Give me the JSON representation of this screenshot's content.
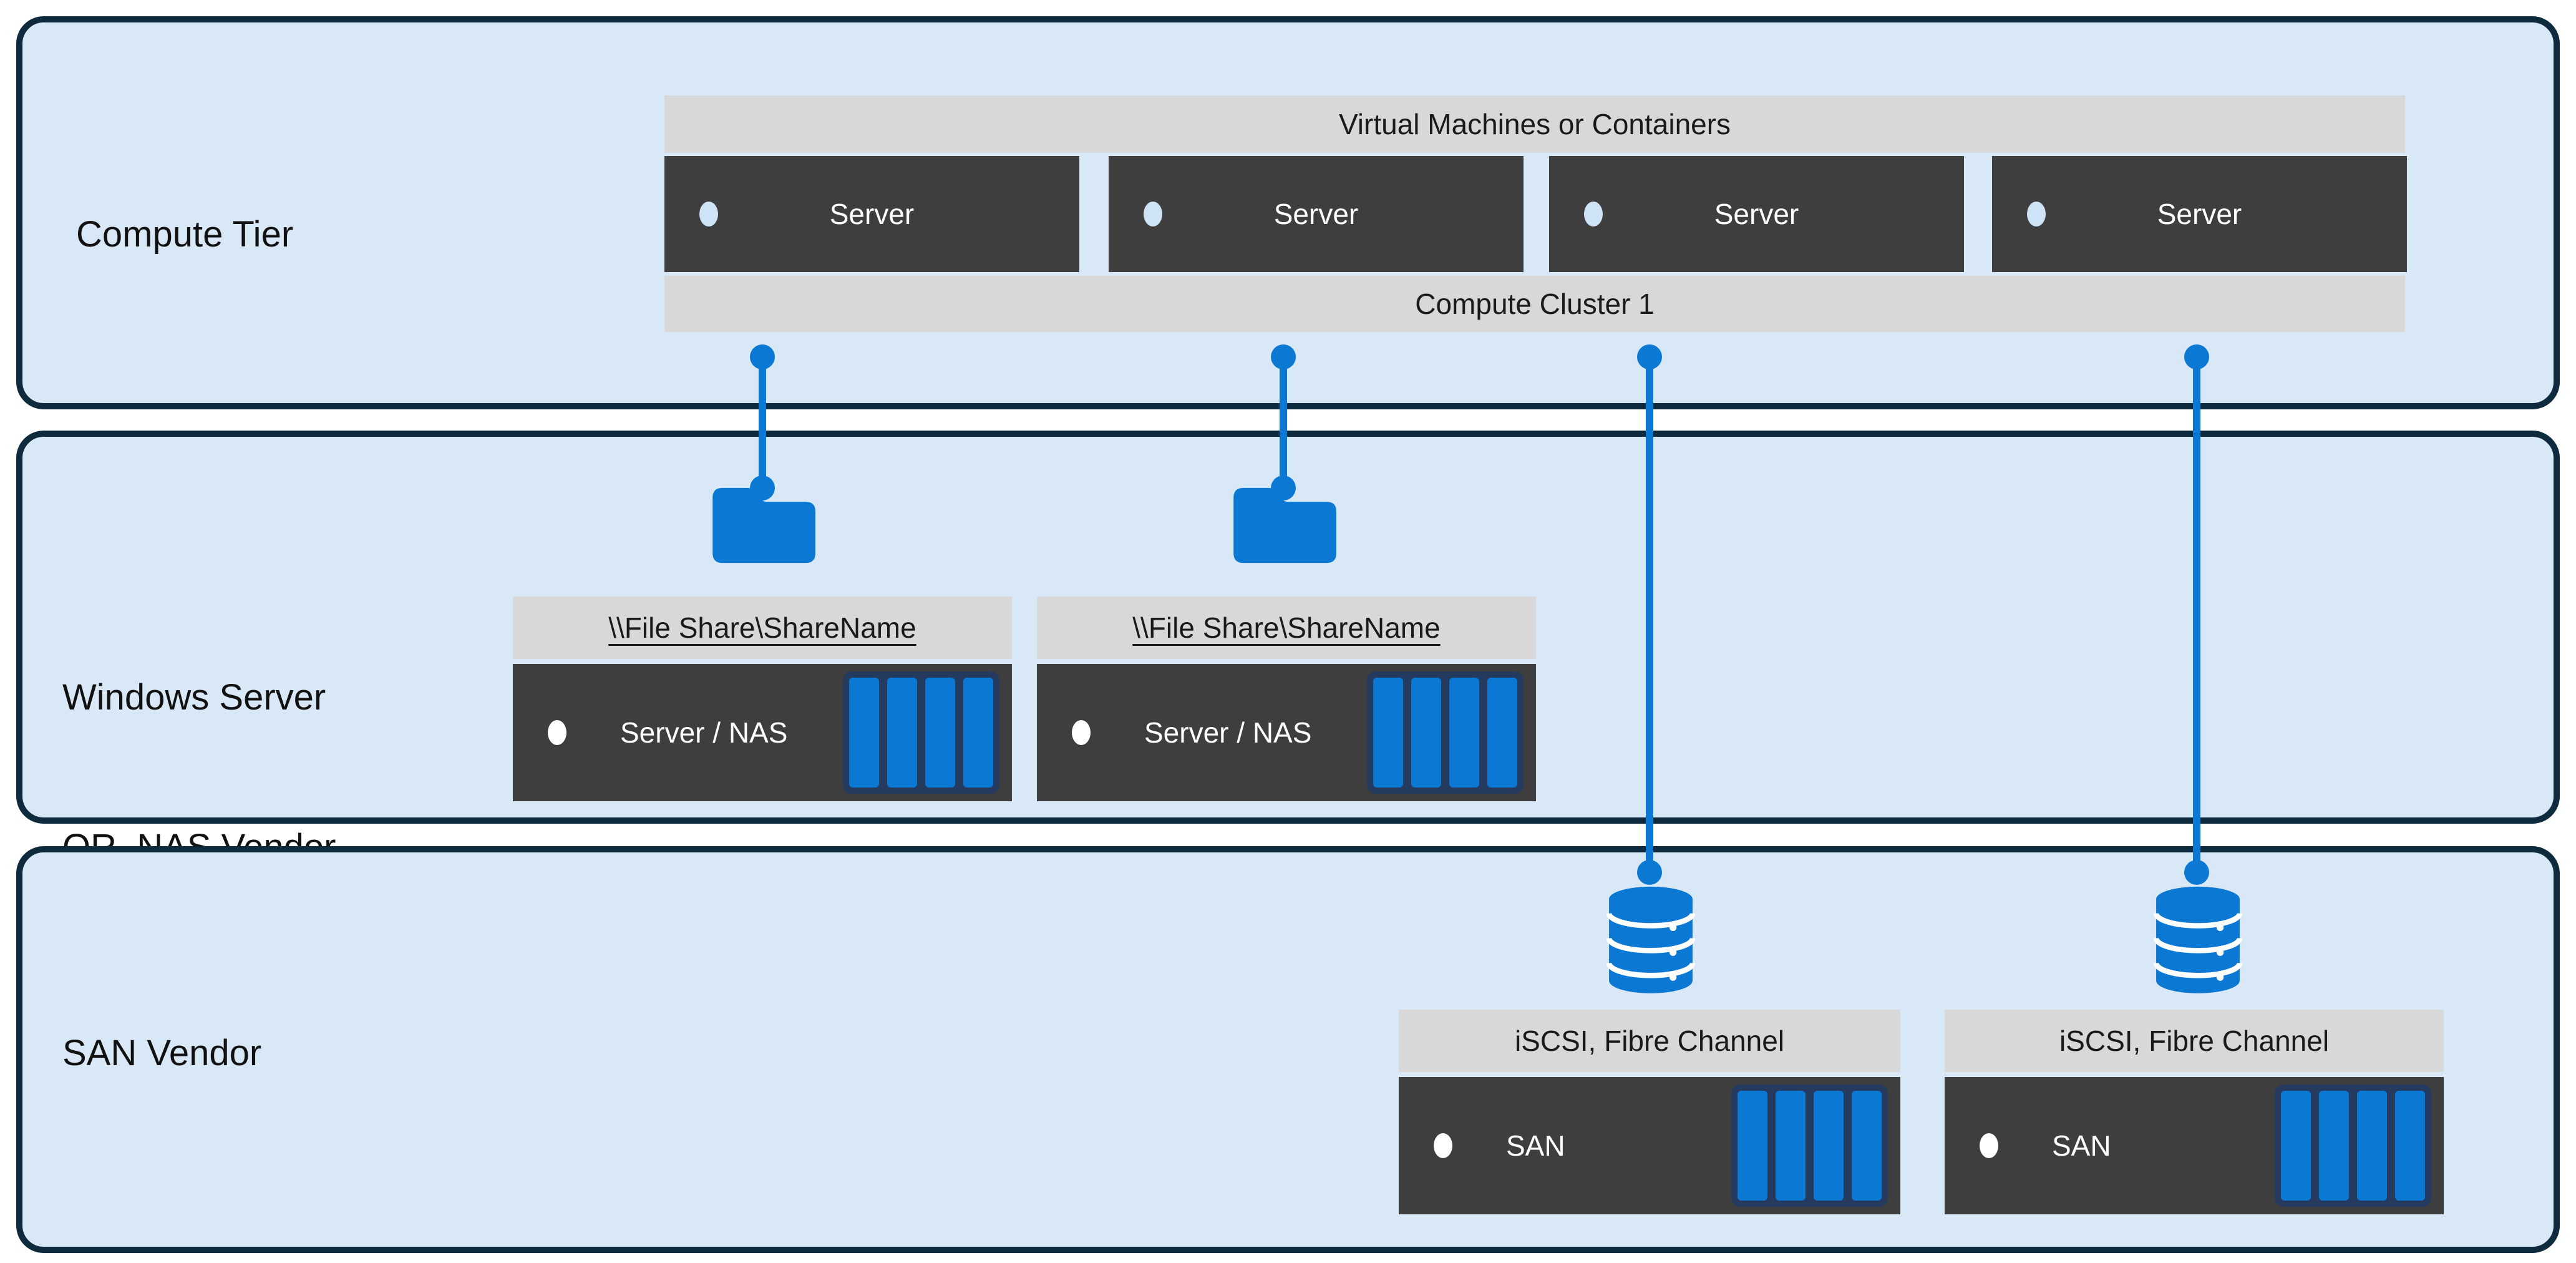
{
  "colors": {
    "tier_background": "#d9e8f7",
    "tier_border": "#0d2b3d",
    "caption_bar": "#d8d8d8",
    "device_box": "#3e3e3e",
    "accent_blue": "#0b78d4",
    "disk_frame_navy": "#243a5e"
  },
  "tiers": [
    {
      "id": "compute",
      "label": "Compute Tier"
    },
    {
      "id": "nas",
      "label_line1": "Windows Server",
      "label_line2": "OR  NAS Vendor"
    },
    {
      "id": "san",
      "label": "SAN Vendor"
    }
  ],
  "compute": {
    "top_bar": "Virtual Machines or Containers",
    "servers": [
      "Server",
      "Server",
      "Server",
      "Server"
    ],
    "bottom_bar": "Compute Cluster 1"
  },
  "nas": {
    "shares": [
      {
        "header": "\\\\File Share\\ShareName",
        "device": "Server / NAS"
      },
      {
        "header": "\\\\File Share\\ShareName",
        "device": "Server / NAS"
      }
    ]
  },
  "san": {
    "arrays": [
      {
        "header": "iSCSI, Fibre Channel",
        "device": "SAN"
      },
      {
        "header": "iSCSI, Fibre Channel",
        "device": "SAN"
      }
    ]
  }
}
